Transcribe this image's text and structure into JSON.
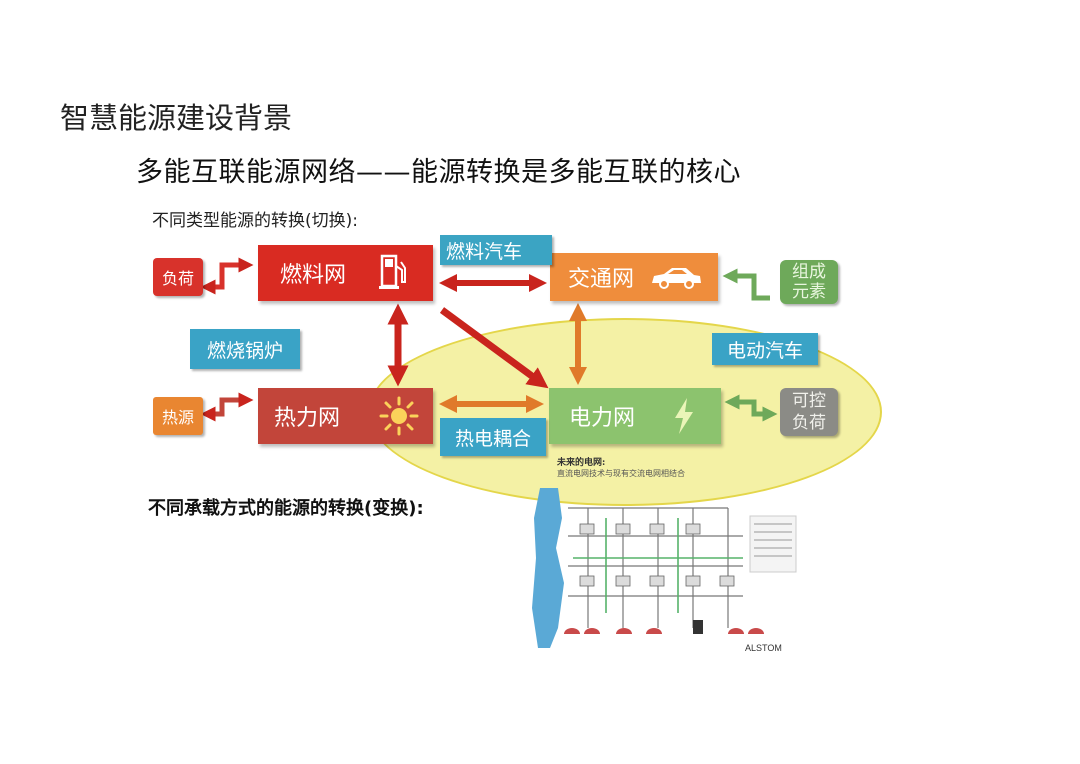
{
  "page": {
    "title": "智慧能源建设背景",
    "subtitle": "多能互联能源网络——能源转换是多能互联的核心",
    "section1_label": "不同类型能源的转换(切换):",
    "section2_label": "不同承载方式的能源的转换(变换):"
  },
  "diagram": {
    "nodes": {
      "fuel": "燃料网",
      "traffic": "交通网",
      "heat": "热力网",
      "power": "电力网"
    },
    "tags": {
      "load": "负荷",
      "heat_source": "热源",
      "fuel_car": "燃料汽车",
      "boiler": "燃烧锅炉",
      "ev": "电动汽车",
      "chp": "热电耦合",
      "components_l1": "组成",
      "components_l2": "元素",
      "controllable_l1": "可控",
      "controllable_l2": "负荷"
    },
    "colors": {
      "fuel": "#d92b22",
      "traffic": "#ef8d3c",
      "heat": "#c2453a",
      "power": "#8cc36e",
      "tag_blue": "#3aa3c6",
      "highlight": "#eee86e"
    }
  },
  "grid_figure": {
    "caption_title": "未来的电网:",
    "caption_text": "直流电网技术与现有交流电网相结合",
    "credit": "ALSTOM"
  }
}
